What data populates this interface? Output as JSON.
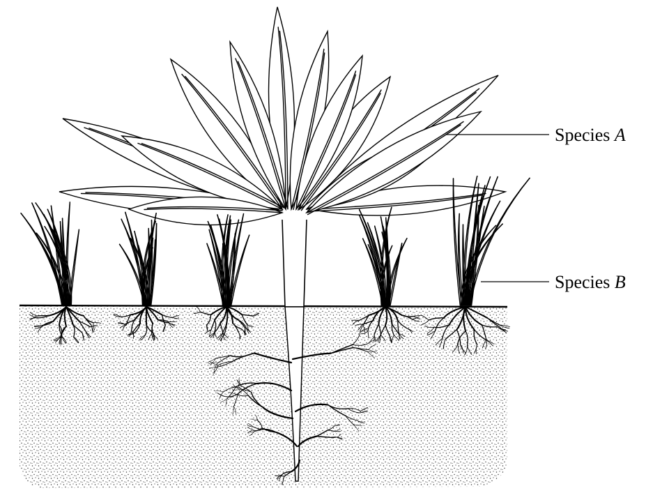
{
  "diagram": {
    "labels": [
      {
        "id": "species-a",
        "prefix": "Species ",
        "letter": "A"
      },
      {
        "id": "species-b",
        "prefix": "Species ",
        "letter": "B"
      }
    ],
    "colors": {
      "ink": "#000000",
      "background": "#ffffff",
      "soil_dots": "#333333"
    }
  }
}
